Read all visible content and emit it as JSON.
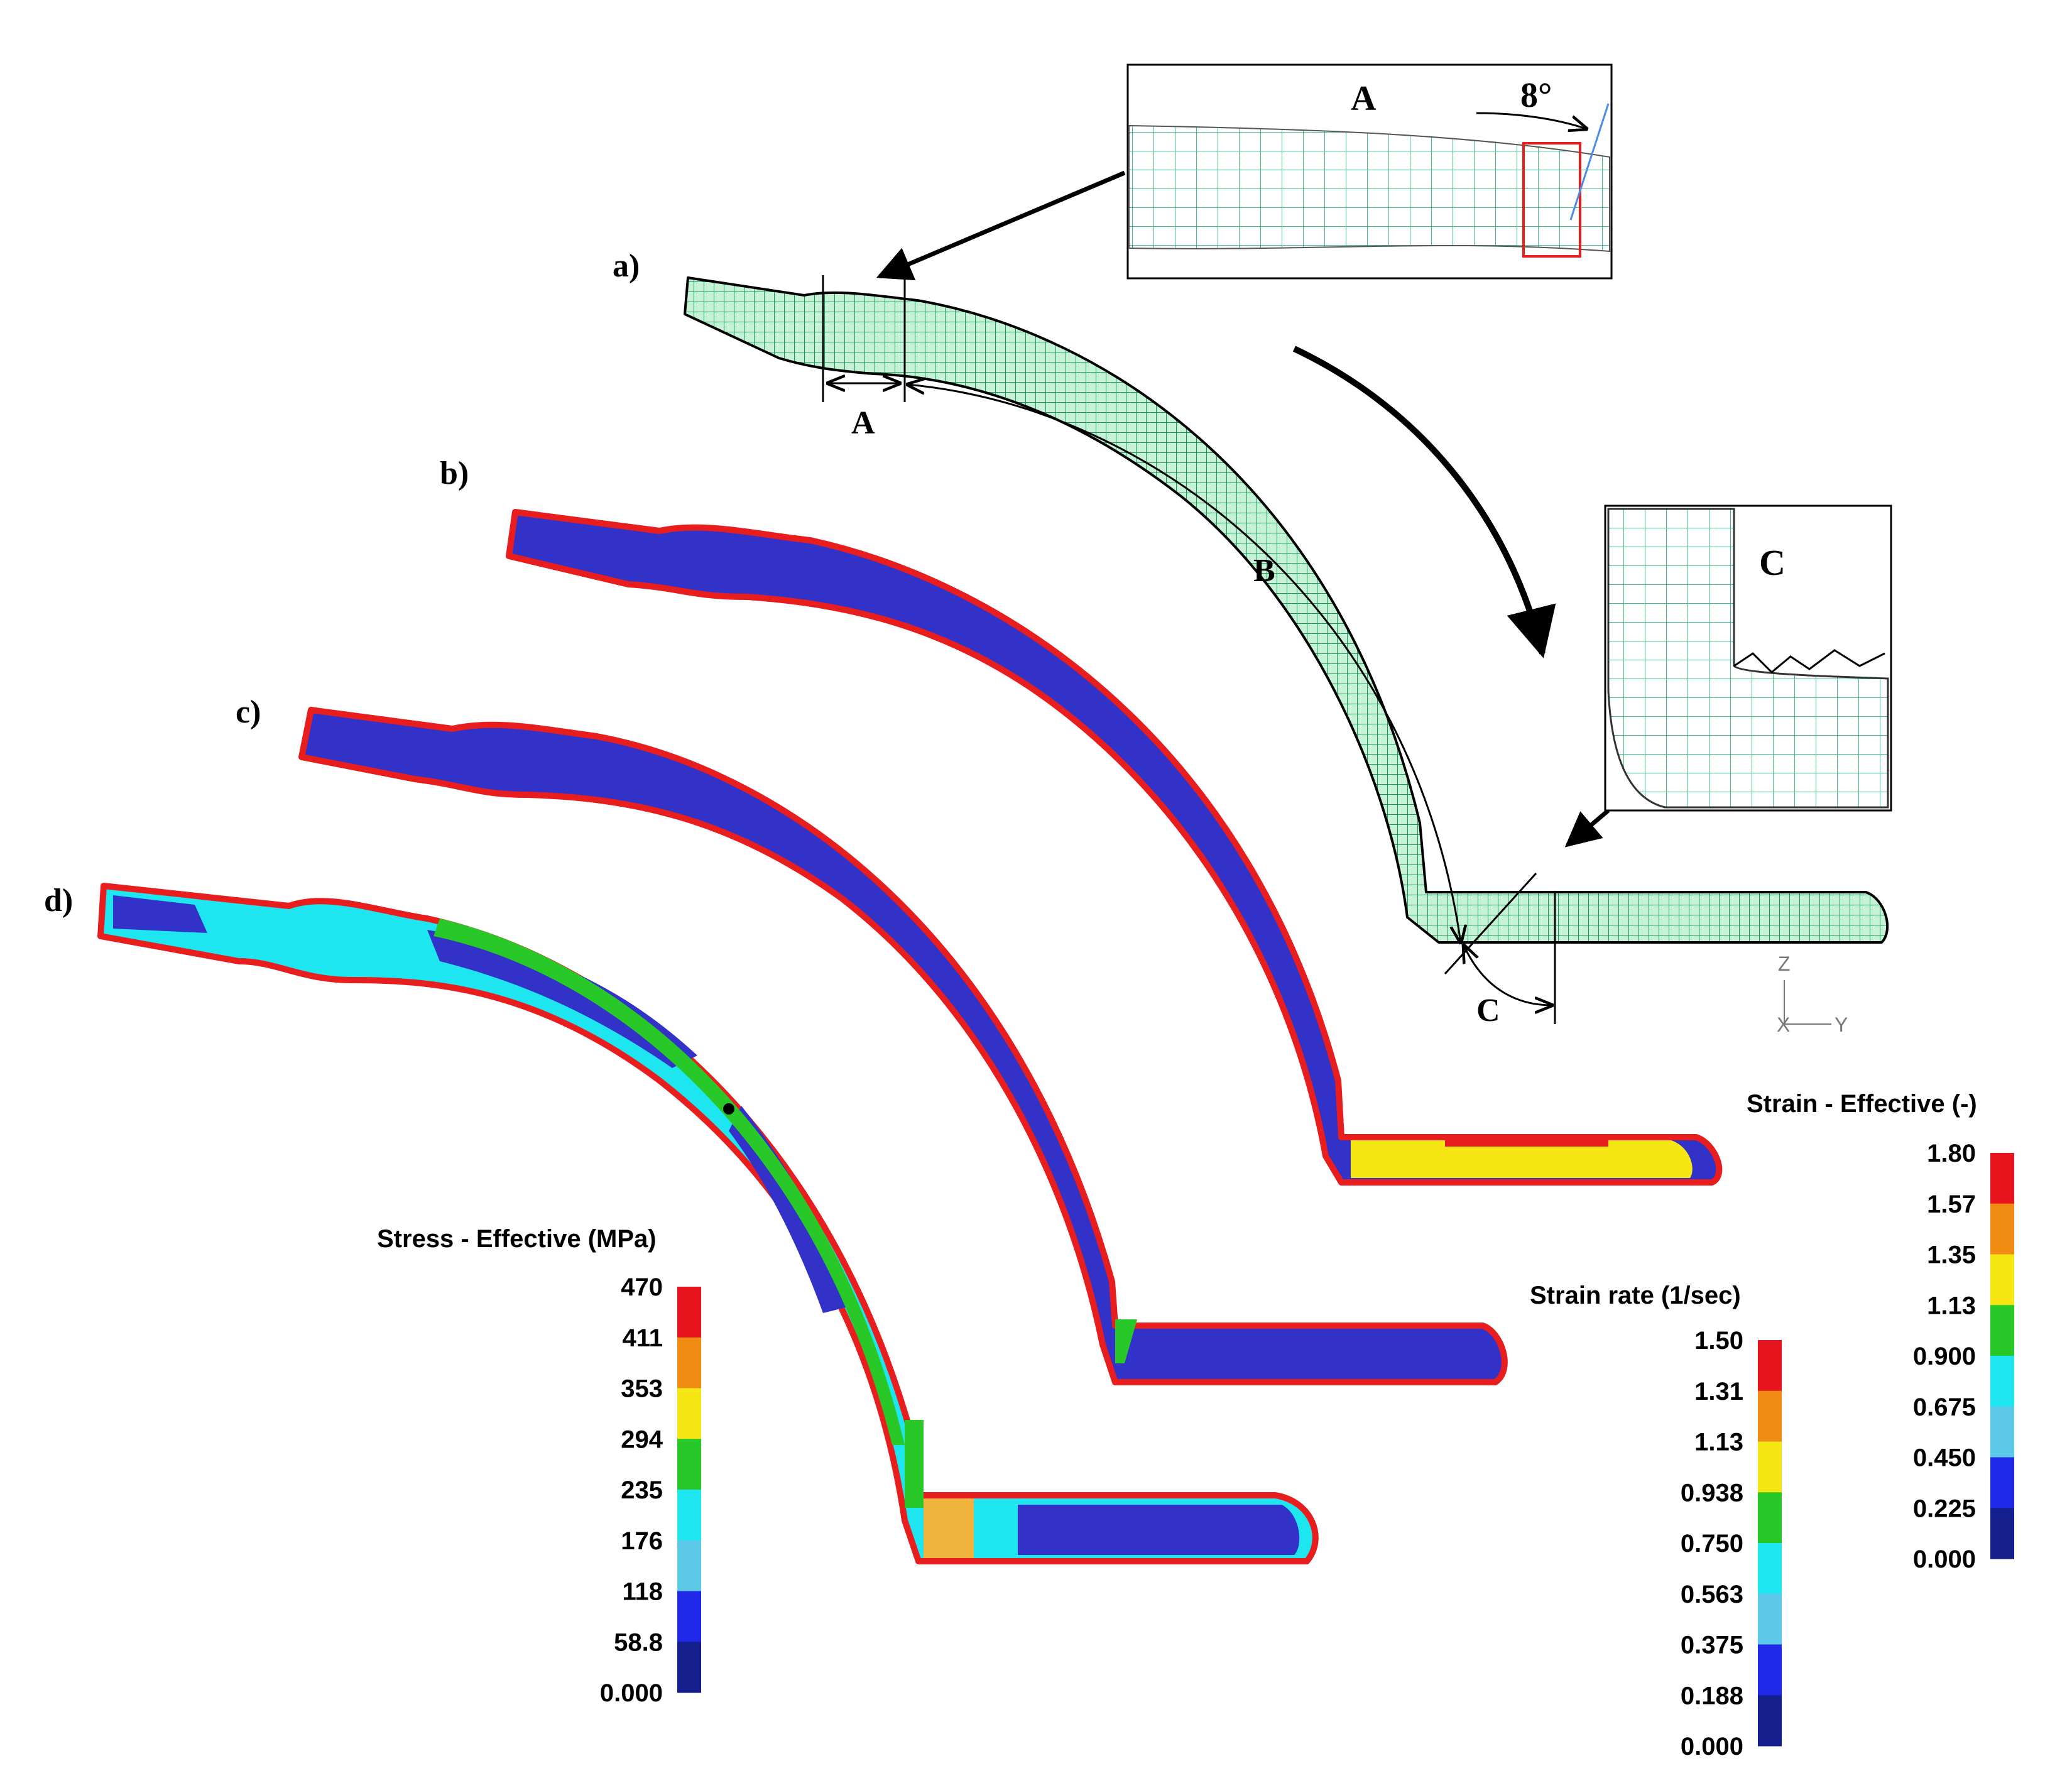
{
  "panels": {
    "a": "a)",
    "b": "b)",
    "c": "c)",
    "d": "d)"
  },
  "dimensions": {
    "A": "A",
    "B": "B",
    "C": "C"
  },
  "inset_a": {
    "label": "A",
    "angle": "8°"
  },
  "inset_c": {
    "label": "C"
  },
  "triad": {
    "z": "Z",
    "x": "X",
    "y": "Y"
  },
  "legends": {
    "stress": {
      "title": "Stress - Effective (MPa)",
      "ticks": [
        "470",
        "411",
        "353",
        "294",
        "235",
        "176",
        "118",
        "58.8",
        "0.000"
      ]
    },
    "strain_rate": {
      "title": "Strain rate (1/sec)",
      "ticks": [
        "1.50",
        "1.31",
        "1.13",
        "0.938",
        "0.750",
        "0.563",
        "0.375",
        "0.188",
        "0.000"
      ]
    },
    "strain": {
      "title": "Strain - Effective  (-)",
      "ticks": [
        "1.80",
        "1.57",
        "1.35",
        "1.13",
        "0.900",
        "0.675",
        "0.450",
        "0.225",
        "0.000"
      ]
    }
  },
  "colors": {
    "scale": [
      "#e8141e",
      "#f08c14",
      "#f5e614",
      "#28c828",
      "#1ee6f0",
      "#5ac8e6",
      "#1e28e6",
      "#141e8c"
    ],
    "mesh": "#1aa064",
    "mesh_fill": "#b4f0c8",
    "part_blue": "#3232c8",
    "outline_red": "#e81e1e"
  }
}
